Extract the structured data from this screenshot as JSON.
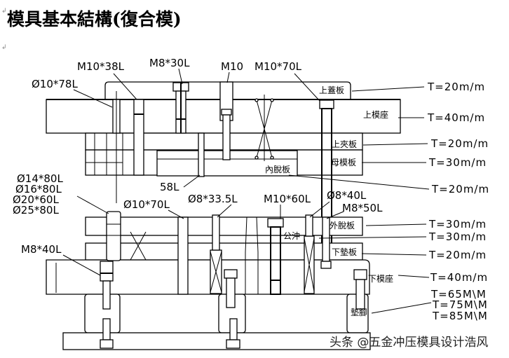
{
  "title": "模具基本結構(復合模)",
  "top_callouts": {
    "guide_pin_top": "Ø10*78L",
    "screw_m10_38": "M10*38L",
    "screw_m8_30": "M8*30L",
    "screw_m10": "M10",
    "screw_m10_70": "M10*70L",
    "length_58": "58L"
  },
  "mid_callouts": {
    "guide_bush_sizes": [
      "Ø14*80L",
      "Ø16*80L",
      "Ø20*60L",
      "Ø25*80L"
    ],
    "pin_10_70": "Ø10*70L",
    "pin_8_33": "Ø8*33.5L",
    "screw_m10_60": "M10*60L",
    "pin_8_40": "Ø8*40L",
    "screw_m8_50": "M8*50L",
    "screw_m8_40": "M8*40L"
  },
  "plates": [
    {
      "name": "上蓋板",
      "thickness": "T=20m/m"
    },
    {
      "name": "上模座",
      "thickness": "T=40m/m"
    },
    {
      "name": "上夾板",
      "thickness": "T=20m/m"
    },
    {
      "name": "母模板",
      "thickness": "T=30m/m"
    },
    {
      "name": "內脫板",
      "thickness": "T=20m/m"
    },
    {
      "name": "外脫板",
      "thickness": "T=30m/m"
    },
    {
      "name": "公沖",
      "thickness": "T=30m/m"
    },
    {
      "name": "下墊板",
      "thickness": "T=20m/m"
    },
    {
      "name": "下模座",
      "thickness": "T=40m/m"
    },
    {
      "name": "墊腳",
      "thickness_options": [
        "T=65M\\M",
        "T=75M\\M",
        "T=85M\\M"
      ]
    }
  ],
  "watermark": "头条 @五金冲压模具设计浩风"
}
